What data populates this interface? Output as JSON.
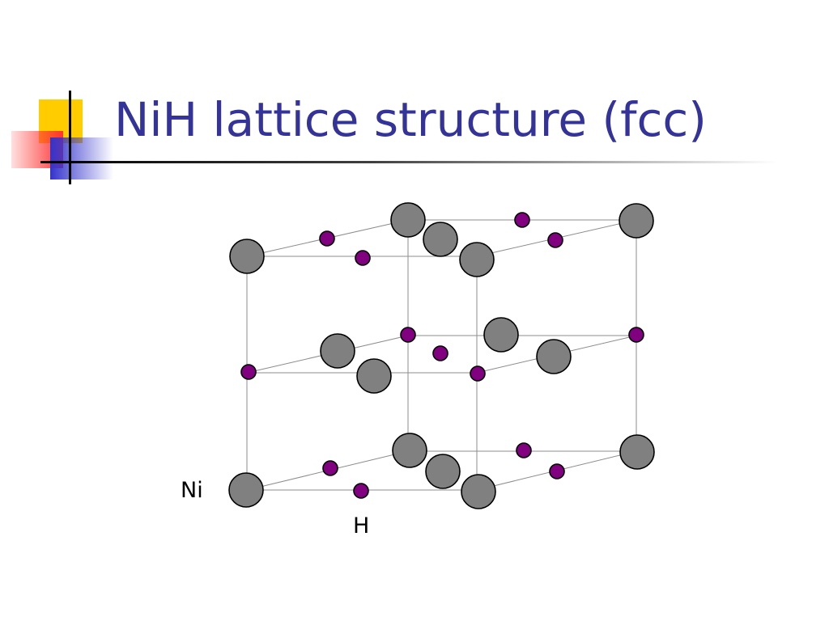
{
  "slide": {
    "title": "NiH lattice structure (fcc)",
    "title_color": "#333399"
  },
  "decor": {
    "yellow": "#ffcc00",
    "red": "#ff3333",
    "blue": "#3333cc",
    "rule": "#000000"
  },
  "lattice": {
    "ni_color": "#808080",
    "h_color": "#800080",
    "edge_color": "#000000",
    "line_color": "#8c8c8c"
  },
  "legend": {
    "ni_label": "Ni",
    "h_label": "H"
  }
}
